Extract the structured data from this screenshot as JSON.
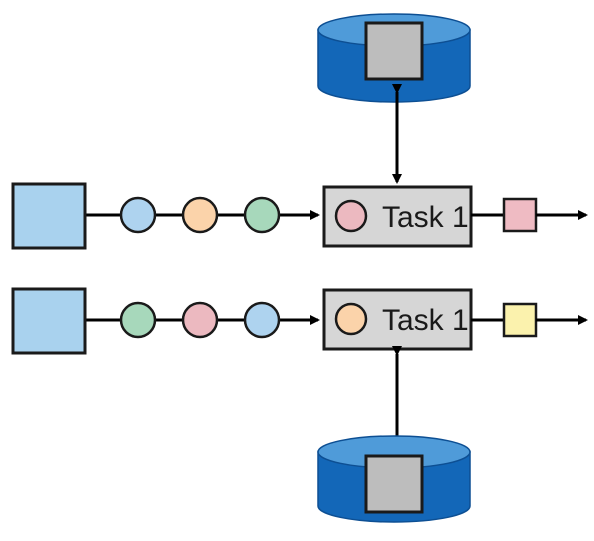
{
  "colors": {
    "source_blue": "#a9d2ee",
    "event_blue": "#aed3ef",
    "event_orange": "#fbd3aa",
    "event_green": "#a7d8bb",
    "event_pink": "#ecb9c0",
    "output_pink": "#efbbc3",
    "output_yellow": "#fbf2ad",
    "task_fill": "#d6d6d6",
    "state_blue": "#1367b8",
    "state_top": "#4f9bd9",
    "state_inner": "#bdbdbd"
  },
  "pipelines": [
    {
      "events": [
        "event_blue",
        "event_orange",
        "event_green"
      ],
      "task": {
        "label": "Task 1",
        "indicator": "event_pink"
      },
      "output": "output_pink",
      "state": "above"
    },
    {
      "events": [
        "event_green",
        "event_pink",
        "event_blue"
      ],
      "task": {
        "label": "Task 1",
        "indicator": "event_orange"
      },
      "output": "output_yellow",
      "state": "below"
    }
  ]
}
